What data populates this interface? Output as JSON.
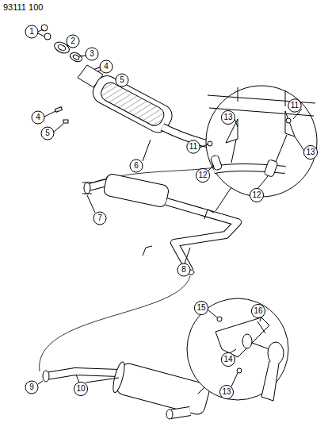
{
  "diagram": {
    "labels": [
      "93111 100",
      "1",
      "2",
      "3",
      "4",
      "5",
      "4",
      "5",
      "6",
      "13",
      "11",
      "13",
      "11",
      "12",
      "12",
      "7",
      "8",
      "15",
      "16",
      "14",
      "13",
      "9",
      "10"
    ]
  }
}
